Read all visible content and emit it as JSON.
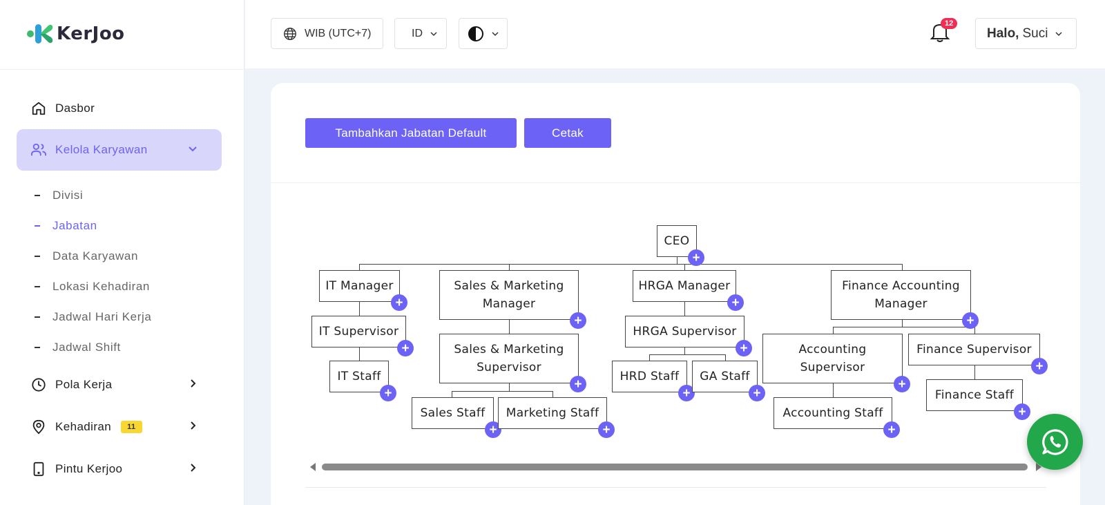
{
  "app": {
    "logo_text": "KerJoo"
  },
  "topbar": {
    "timezone": "WIB (UTC+7)",
    "language": "ID",
    "notifications_count": "12",
    "greeting_bold": "Halo,",
    "user_name": "Suci"
  },
  "sidebar": {
    "items": [
      {
        "label": "Dasbor"
      },
      {
        "label": "Kelola Karyawan"
      },
      {
        "label": "Pola Kerja"
      },
      {
        "label": "Kehadiran",
        "badge": "11"
      },
      {
        "label": "Pintu Kerjoo"
      }
    ],
    "subitems": [
      {
        "label": "Divisi"
      },
      {
        "label": "Jabatan"
      },
      {
        "label": "Data Karyawan"
      },
      {
        "label": "Lokasi Kehadiran"
      },
      {
        "label": "Jadwal Hari Kerja"
      },
      {
        "label": "Jadwal Shift"
      }
    ]
  },
  "main": {
    "add_default_button": "Tambahkan Jabatan Default",
    "print_button": "Cetak"
  },
  "org_chart": {
    "nodes": [
      {
        "id": "ceo",
        "label": "CEO"
      },
      {
        "id": "itm",
        "label": "IT Manager"
      },
      {
        "id": "smm",
        "label": "Sales & Marketing Manager"
      },
      {
        "id": "hrgam",
        "label": "HRGA Manager"
      },
      {
        "id": "fam",
        "label": "Finance Accounting Manager"
      },
      {
        "id": "its",
        "label": "IT Supervisor"
      },
      {
        "id": "sms",
        "label": "Sales & Marketing Supervisor"
      },
      {
        "id": "hrgas",
        "label": "HRGA Supervisor"
      },
      {
        "id": "acs",
        "label": "Accounting Supervisor"
      },
      {
        "id": "fs",
        "label": "Finance Supervisor"
      },
      {
        "id": "itst",
        "label": "IT Staff"
      },
      {
        "id": "hrds",
        "label": "HRD Staff"
      },
      {
        "id": "gas",
        "label": "GA Staff"
      },
      {
        "id": "fst",
        "label": "Finance Staff"
      },
      {
        "id": "sst",
        "label": "Sales Staff"
      },
      {
        "id": "mst",
        "label": "Marketing Staff"
      },
      {
        "id": "acst",
        "label": "Accounting Staff"
      }
    ]
  },
  "colors": {
    "accent": "#6c63f6",
    "badge_red": "#ef2d55",
    "badge_yellow": "#f8d733",
    "whatsapp": "#22a84a"
  }
}
